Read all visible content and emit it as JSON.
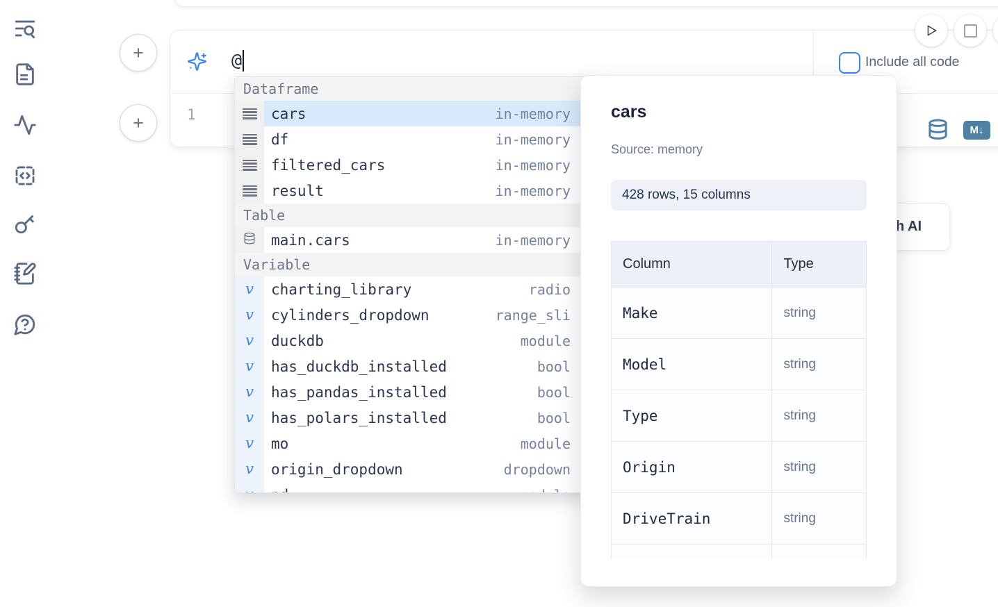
{
  "colors": {
    "accent_blue": "#3b82f6",
    "selection_blue": "#d8e9fb",
    "steel_blue": "#4e81a3",
    "sidebar_icon": "#5b6b85"
  },
  "sidebar": {
    "icons": [
      "list-search",
      "file-text",
      "activity",
      "code-snippet",
      "key",
      "notebook-pen",
      "help-circle"
    ]
  },
  "ai_prompt": {
    "value": "@",
    "include_all_code_label": "Include all code",
    "checkbox_checked": false
  },
  "cell": {
    "line_number": "1"
  },
  "ai_button": {
    "label_fragment": "h AI"
  },
  "autocomplete": {
    "sections": [
      {
        "label": "Dataframe",
        "kind": "dataframe",
        "items": [
          {
            "name": "cars",
            "type": "in-memory",
            "selected": true
          },
          {
            "name": "df",
            "type": "in-memory",
            "selected": false
          },
          {
            "name": "filtered_cars",
            "type": "in-memory",
            "selected": false
          },
          {
            "name": "result",
            "type": "in-memory",
            "selected": false
          }
        ]
      },
      {
        "label": "Table",
        "kind": "table",
        "items": [
          {
            "name": "main.cars",
            "type": "in-memory",
            "selected": false
          }
        ]
      },
      {
        "label": "Variable",
        "kind": "variable",
        "items": [
          {
            "name": "charting_library",
            "type": "radio",
            "selected": false
          },
          {
            "name": "cylinders_dropdown",
            "type": "range_sli",
            "selected": false
          },
          {
            "name": "duckdb",
            "type": "module",
            "selected": false
          },
          {
            "name": "has_duckdb_installed",
            "type": "bool",
            "selected": false
          },
          {
            "name": "has_pandas_installed",
            "type": "bool",
            "selected": false
          },
          {
            "name": "has_polars_installed",
            "type": "bool",
            "selected": false
          },
          {
            "name": "mo",
            "type": "module",
            "selected": false
          },
          {
            "name": "origin_dropdown",
            "type": "dropdown",
            "selected": false
          },
          {
            "name": "pd",
            "type": "module",
            "selected": false
          }
        ]
      }
    ]
  },
  "preview": {
    "title": "cars",
    "source": "Source: memory",
    "shape_badge": "428 rows, 15 columns",
    "table": {
      "headers": [
        "Column",
        "Type"
      ],
      "rows": [
        {
          "column": "Make",
          "type": "string"
        },
        {
          "column": "Model",
          "type": "string"
        },
        {
          "column": "Type",
          "type": "string"
        },
        {
          "column": "Origin",
          "type": "string"
        },
        {
          "column": "DriveTrain",
          "type": "string"
        }
      ]
    }
  }
}
